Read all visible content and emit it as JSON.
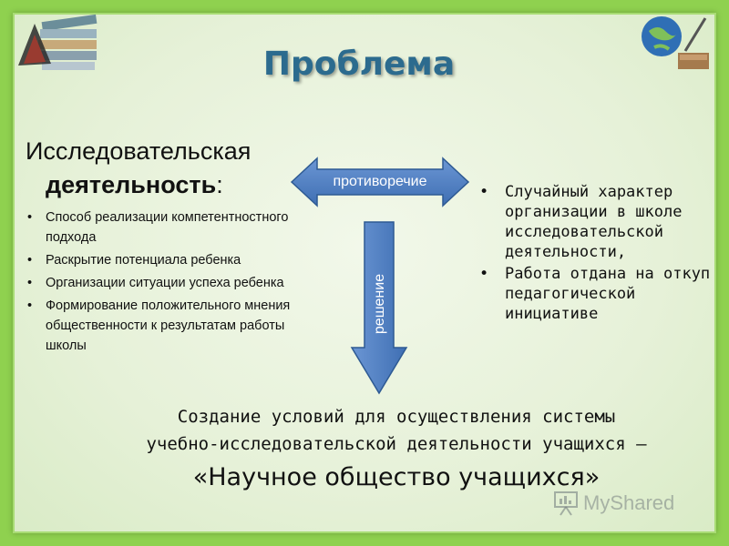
{
  "slide": {
    "title": "Проблема",
    "left": {
      "heading_line1": "Исследовательская",
      "heading_line2_bold": "деятельность",
      "heading_line2_colon": ":",
      "items": [
        "Способ реализации компетентностного подхода",
        "Раскрытие потенциала ребенка",
        "Организации ситуации успеха ребенка",
        "Формирование положительного мнения общественности к результатам работы школы"
      ]
    },
    "arrow_horizontal_label": "противоречие",
    "arrow_vertical_label": "решение",
    "right": {
      "items": [
        "Случайный характер организации в школе исследовательской деятельности,",
        "Работа отдана на откуп педагогической инициативе"
      ]
    },
    "bottom": {
      "line1": "Создание условий для осуществления системы",
      "line2": "учебно-исследовательской деятельности учащихся –",
      "line3": "«Научное общество учащихся»"
    },
    "watermark": "MyShared"
  },
  "colors": {
    "frame": "#8fd14f",
    "title": "#2c6b8e",
    "arrow_fill": "#4f7fc1",
    "arrow_stroke": "#2e5a93"
  },
  "icons": {
    "top_left": "books-icon",
    "top_right": "globe-pen-icon",
    "watermark": "presentation-board-icon"
  }
}
